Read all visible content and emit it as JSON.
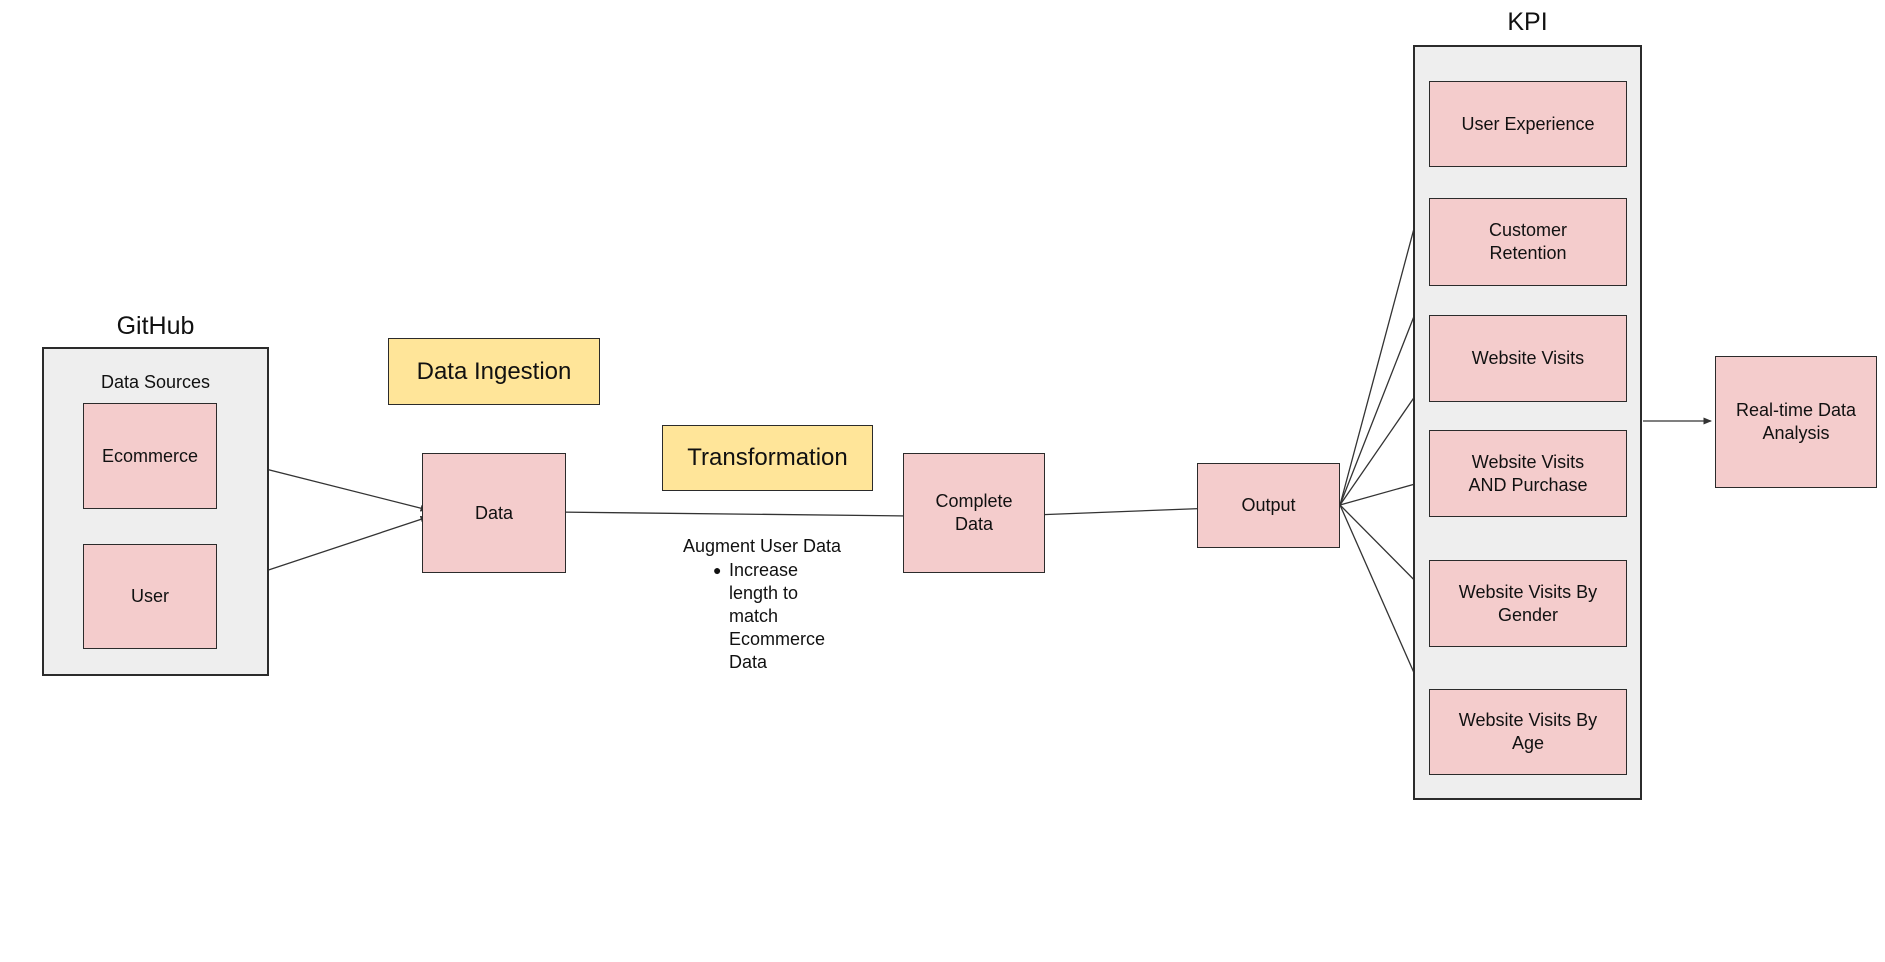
{
  "diagram_title_context": "data pipeline flowchart",
  "containers": {
    "data_sources": {
      "title": "GitHub",
      "label": "Data Sources"
    },
    "kpi": {
      "title": "KPI"
    }
  },
  "nodes": {
    "ecommerce": {
      "label": "Ecommerce"
    },
    "user": {
      "label": "User"
    },
    "data": {
      "label": "Data"
    },
    "complete_data": {
      "label": "Complete Data"
    },
    "output": {
      "label": "Output"
    },
    "realtime": {
      "label": "Real-time Data Analysis"
    }
  },
  "stage_labels": {
    "ingestion": "Data Ingestion",
    "transformation": "Transformation"
  },
  "annotation": {
    "heading": "Augment User Data",
    "bullet_glyph": "●",
    "bullet": "Increase length to match Ecommerce Data"
  },
  "kpi_items": [
    {
      "label": "User Experience"
    },
    {
      "label": "Customer Retention"
    },
    {
      "label": "Website Visits"
    },
    {
      "label": "Website Visits AND Purchase"
    },
    {
      "label": "Website Visits By Gender"
    },
    {
      "label": "Website Visits By Age"
    }
  ],
  "colors": {
    "node_fill": "#f4cccc",
    "stage_fill": "#ffe599",
    "container_fill": "#eeeeee",
    "border": "#2b2b2b",
    "arrow": "#333333",
    "background": "#ffffff"
  }
}
